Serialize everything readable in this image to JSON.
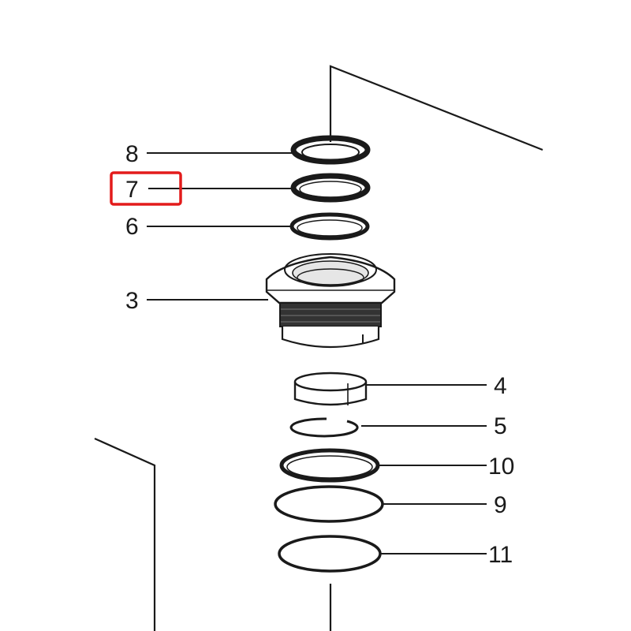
{
  "diagram": {
    "callouts": [
      {
        "id": "8",
        "label": "8"
      },
      {
        "id": "7",
        "label": "7"
      },
      {
        "id": "6",
        "label": "6"
      },
      {
        "id": "3",
        "label": "3"
      },
      {
        "id": "4",
        "label": "4"
      },
      {
        "id": "5",
        "label": "5"
      },
      {
        "id": "10",
        "label": "10"
      },
      {
        "id": "9",
        "label": "9"
      },
      {
        "id": "11",
        "label": "11"
      }
    ],
    "highlighted_callout": "7",
    "highlight_color": "#e31b1b",
    "line_color": "#1a1a1a"
  }
}
